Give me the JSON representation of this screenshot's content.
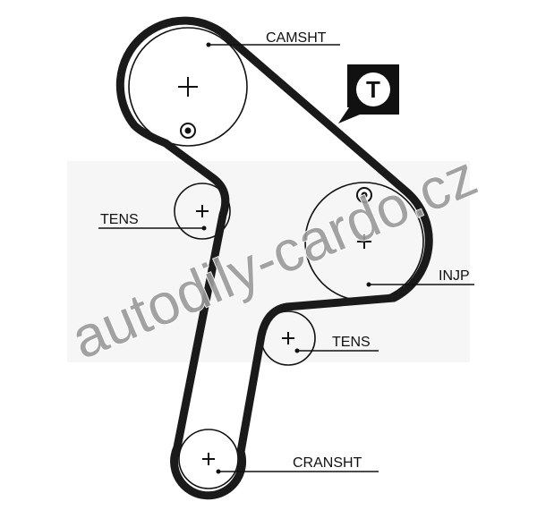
{
  "diagram": {
    "labels": {
      "camshaft": "CAMSHT",
      "tensioner_upper": "TENS",
      "injection_pump": "INJP",
      "tensioner_lower": "TENS",
      "crankshaft": "CRANSHT"
    },
    "badge_letter": "T",
    "watermark": "autodily-cardo.cz",
    "colors": {
      "belt": "#1a1a1a",
      "watermark": "#9a9a9a"
    }
  }
}
